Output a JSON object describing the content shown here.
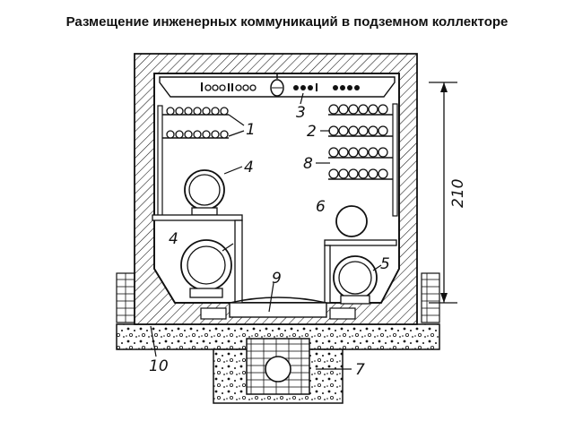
{
  "title": "Размещение инженерных коммуникаций в подземном коллекторе",
  "dimension": "210",
  "callouts": [
    "1",
    "2",
    "3",
    "4",
    "4",
    "5",
    "6",
    "7",
    "8",
    "9",
    "10"
  ],
  "colors": {
    "line": "#111111",
    "background": "#ffffff"
  }
}
